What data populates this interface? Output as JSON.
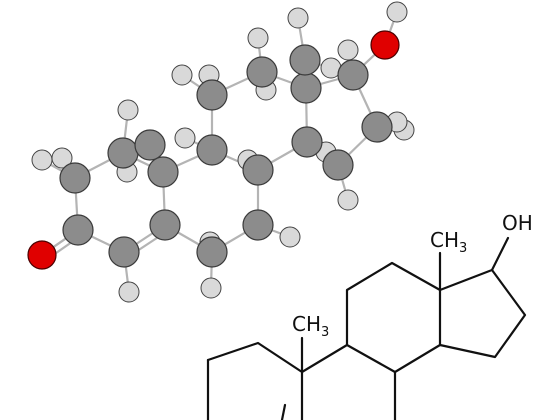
{
  "labels": {
    "methyl_top": {
      "base": "CH",
      "sub": "3"
    },
    "methyl_mid": {
      "base": "CH",
      "sub": "3"
    },
    "hydroxyl": "OH"
  },
  "colors": {
    "carbon": "#8c8c8c",
    "hydrogen": "#d9d9d9",
    "oxygen": "#e00000",
    "bond": "#b4b4b4",
    "skeleton": "#111111"
  }
}
